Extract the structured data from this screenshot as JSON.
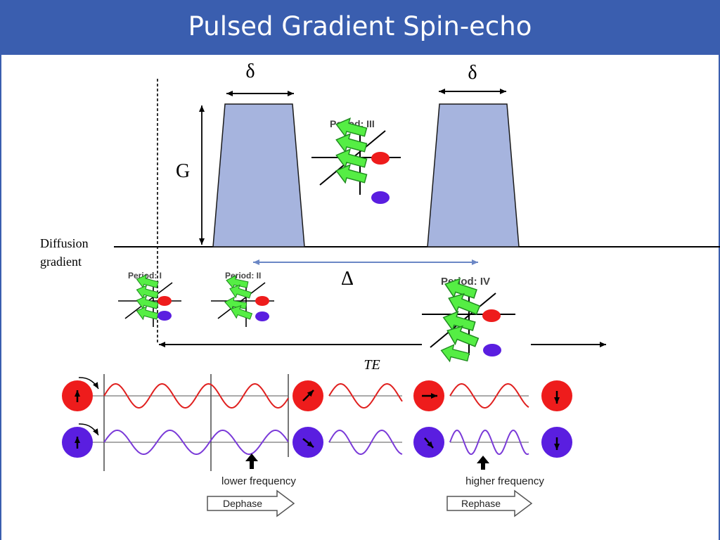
{
  "slide": {
    "title": "Pulsed Gradient Spin-echo"
  },
  "gradient": {
    "delta_left": "δ",
    "delta_right": "δ",
    "g_label": "G",
    "diffusion_label_line1": "Diffusion",
    "diffusion_label_line2": "gradient",
    "big_delta": "Δ",
    "te_label": "TE"
  },
  "periods": {
    "p1": "Period: I",
    "p2": "Period: II",
    "p3": "Period: III",
    "p4": "Period: IV"
  },
  "waves": {
    "lower_frequency": "lower frequency",
    "higher_frequency": "higher frequency",
    "dephase": "Dephase",
    "rephase": "Rephase"
  },
  "colors": {
    "header": "#3a5eaf",
    "pulse_fill": "#a6b4de",
    "red_spin": "#ee1c1c",
    "blue_spin": "#5a1ee0",
    "arrow_green": "#55ee44",
    "wave_red": "#e0201f",
    "wave_blue": "#7a3ad8",
    "delta_arrow": "#6b87c5"
  }
}
